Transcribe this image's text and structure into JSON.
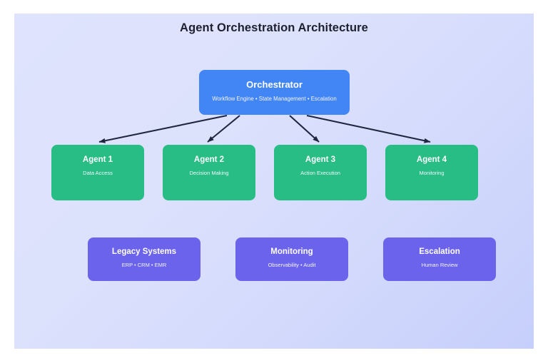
{
  "diagram": {
    "title": "Agent Orchestration Architecture",
    "background_start_color": "#dfe3fd",
    "background_end_color": "#c6cffb",
    "arrow_color": "#1f2740"
  },
  "orchestrator": {
    "title": "Orchestrator",
    "subtitle": "Workflow Engine • State Management • Escalation",
    "color": "#4285f4"
  },
  "agents": {
    "color": "#28bd84",
    "items": [
      {
        "title": "Agent 1",
        "subtitle": "Data Access"
      },
      {
        "title": "Agent 2",
        "subtitle": "Decision Making"
      },
      {
        "title": "Agent 3",
        "subtitle": "Action Execution"
      },
      {
        "title": "Agent 4",
        "subtitle": "Monitoring"
      }
    ]
  },
  "support": {
    "color": "#6c63ec",
    "items": [
      {
        "title": "Legacy Systems",
        "subtitle": "ERP • CRM • EMR"
      },
      {
        "title": "Monitoring",
        "subtitle": "Observability • Audit"
      },
      {
        "title": "Escalation",
        "subtitle": "Human Review"
      }
    ]
  },
  "connections": [
    {
      "from": "Orchestrator",
      "to": "Agent 1"
    },
    {
      "from": "Orchestrator",
      "to": "Agent 2"
    },
    {
      "from": "Orchestrator",
      "to": "Agent 3"
    },
    {
      "from": "Orchestrator",
      "to": "Agent 4"
    }
  ]
}
